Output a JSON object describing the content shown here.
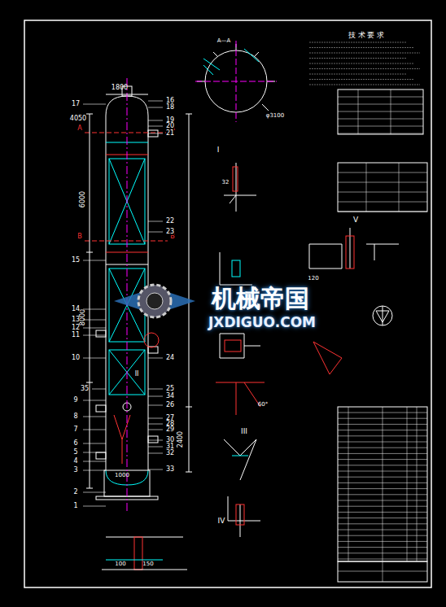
{
  "diagram": {
    "nodes": [
      {
        "text": [
          "技 术 要 求"
        ]
      }
    ],
    "labels": [
      "机械帝国",
      "JXDIGUO.COM",
      "A—A",
      "φ3100",
      "1800",
      "4050",
      "6000",
      "8000",
      "2400",
      "1000",
      "A",
      "A",
      "B",
      "B",
      "I",
      "II",
      "III",
      "IV",
      "V",
      "17",
      "15",
      "14",
      "13",
      "12",
      "11",
      "10",
      "35",
      "9",
      "8",
      "7",
      "6",
      "5",
      "4",
      "3",
      "2",
      "1",
      "16",
      "18",
      "19",
      "20",
      "21",
      "22",
      "23",
      "24",
      "25",
      "34",
      "26",
      "27",
      "28",
      "29",
      "30",
      "31",
      "32",
      "33",
      "60°",
      "32",
      "120",
      "150",
      "100"
    ]
  }
}
